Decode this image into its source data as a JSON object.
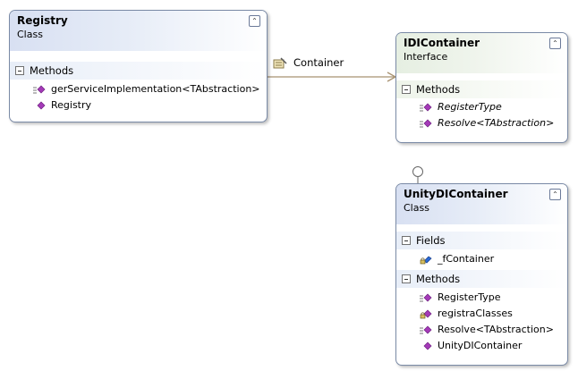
{
  "registry": {
    "name": "Registry",
    "kind": "Class",
    "methods_title": "Methods",
    "methods": [
      "gerServiceImplementation<TAbstraction>",
      "Registry"
    ]
  },
  "association": {
    "label": "Container"
  },
  "idicontainer": {
    "name": "IDIContainer",
    "kind": "Interface",
    "methods_title": "Methods",
    "methods": [
      "RegisterType",
      "Resolve<TAbstraction>"
    ]
  },
  "unity": {
    "name": "UnityDIContainer",
    "kind": "Class",
    "fields_title": "Fields",
    "fields": [
      "_fContainer"
    ],
    "methods_title": "Methods",
    "methods": [
      "RegisterType",
      "registraClasses",
      "Resolve<TAbstraction>",
      "UnityDIContainer"
    ]
  },
  "colors": {
    "connector": "#a89272",
    "class_header": "#d8e0f2",
    "interface_header": "#e6efe2",
    "method_icon": "#a43ab8"
  }
}
